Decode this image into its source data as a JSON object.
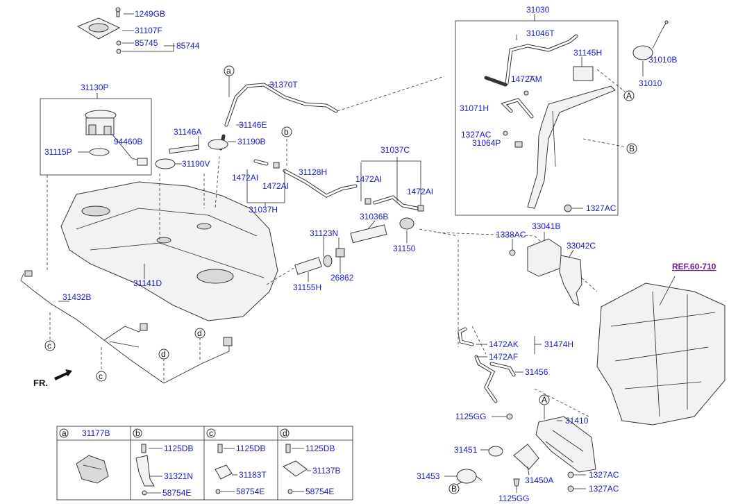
{
  "labels": [
    {
      "id": "l1249gb",
      "text": "1249GB"
    },
    {
      "id": "l31107f",
      "text": "31107F"
    },
    {
      "id": "l85745",
      "text": "85745"
    },
    {
      "id": "l85744",
      "text": "85744"
    },
    {
      "id": "l31130p",
      "text": "31130P"
    },
    {
      "id": "l94460b",
      "text": "94460B"
    },
    {
      "id": "l31115p",
      "text": "31115P"
    },
    {
      "id": "l31370t",
      "text": "31370T"
    },
    {
      "id": "l31146e",
      "text": "31146E"
    },
    {
      "id": "l31146a",
      "text": "31146A"
    },
    {
      "id": "l31190b",
      "text": "31190B"
    },
    {
      "id": "l31190v",
      "text": "31190V"
    },
    {
      "id": "l1472ai_a",
      "text": "1472AI"
    },
    {
      "id": "l1472ai_b",
      "text": "1472AI"
    },
    {
      "id": "l31037h",
      "text": "31037H"
    },
    {
      "id": "l31128h",
      "text": "31128H"
    },
    {
      "id": "l31037c",
      "text": "31037C"
    },
    {
      "id": "l1472ai_c",
      "text": "1472AI"
    },
    {
      "id": "l1472ai_d",
      "text": "1472AI"
    },
    {
      "id": "l31036b",
      "text": "31036B"
    },
    {
      "id": "l31141d",
      "text": "31141D"
    },
    {
      "id": "l31123n",
      "text": "31123N"
    },
    {
      "id": "l31150",
      "text": "31150"
    },
    {
      "id": "l31155h",
      "text": "31155H"
    },
    {
      "id": "l26862",
      "text": "26862"
    },
    {
      "id": "l31432b",
      "text": "31432B"
    },
    {
      "id": "l31030",
      "text": "31030"
    },
    {
      "id": "l31046t",
      "text": "31046T"
    },
    {
      "id": "l31145h",
      "text": "31145H"
    },
    {
      "id": "l31010b",
      "text": "31010B"
    },
    {
      "id": "l31010",
      "text": "31010"
    },
    {
      "id": "l1472am",
      "text": "1472AM"
    },
    {
      "id": "l31071h",
      "text": "31071H"
    },
    {
      "id": "l1327ac_a",
      "text": "1327AC"
    },
    {
      "id": "l31064p",
      "text": "31064P"
    },
    {
      "id": "l1327ac_b",
      "text": "1327AC"
    },
    {
      "id": "l1338ac",
      "text": "1338AC"
    },
    {
      "id": "l33041b",
      "text": "33041B"
    },
    {
      "id": "l33042c",
      "text": "33042C"
    },
    {
      "id": "l1472ak",
      "text": "1472AK"
    },
    {
      "id": "l31474h",
      "text": "31474H"
    },
    {
      "id": "l1472af",
      "text": "1472AF"
    },
    {
      "id": "l31456",
      "text": "31456"
    },
    {
      "id": "l1125gg_a",
      "text": "1125GG"
    },
    {
      "id": "l31410",
      "text": "31410"
    },
    {
      "id": "l31451",
      "text": "31451"
    },
    {
      "id": "l31453",
      "text": "31453"
    },
    {
      "id": "l31450a",
      "text": "31450A"
    },
    {
      "id": "l1327ac_c",
      "text": "1327AC"
    },
    {
      "id": "l1327ac_d",
      "text": "1327AC"
    },
    {
      "id": "l1125gg_b",
      "text": "1125GG"
    }
  ],
  "ref_label": "REF.60-710",
  "front_label": "FR.",
  "callouts": {
    "a": "a",
    "b": "b",
    "c": "c",
    "d": "d",
    "A": "A",
    "B": "B"
  },
  "legend": {
    "cells": [
      {
        "key": "a",
        "part": "31177B",
        "items": []
      },
      {
        "key": "b",
        "part": "",
        "items": [
          "1125DB",
          "31321N",
          "58754E"
        ]
      },
      {
        "key": "c",
        "part": "",
        "items": [
          "1125DB",
          "31183T",
          "58754E"
        ]
      },
      {
        "key": "d",
        "part": "",
        "items": [
          "1125DB",
          "31137B",
          "58754E"
        ]
      }
    ]
  }
}
